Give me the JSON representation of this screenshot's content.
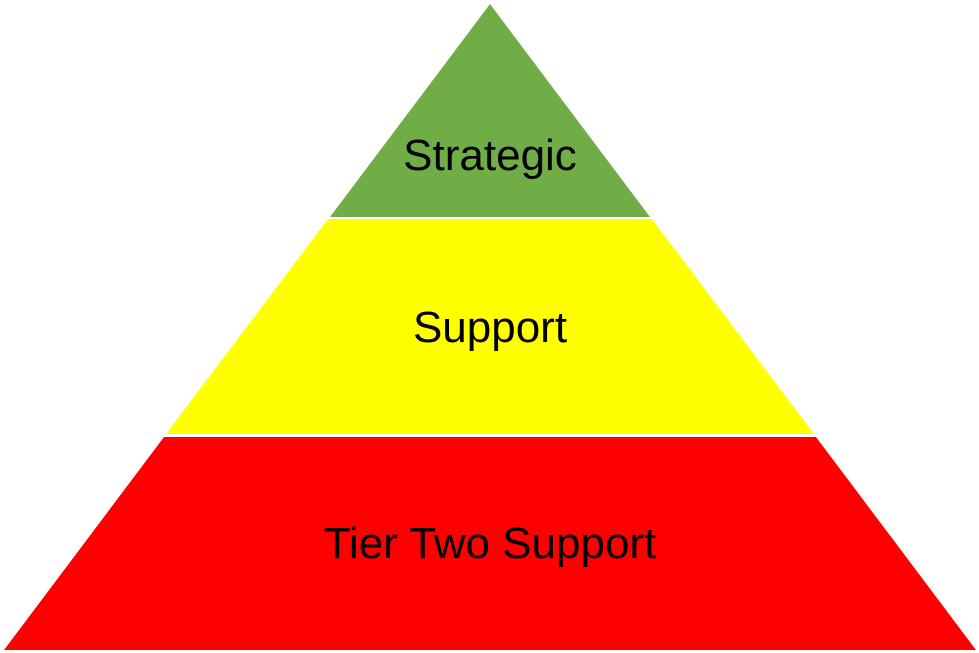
{
  "diagram": {
    "type": "pyramid",
    "levels": [
      {
        "label": "Strategic",
        "color": "#70AD47"
      },
      {
        "label": "Support",
        "color": "#FFFF00"
      },
      {
        "label": "Tier Two Support",
        "color": "#FF0000"
      }
    ]
  }
}
